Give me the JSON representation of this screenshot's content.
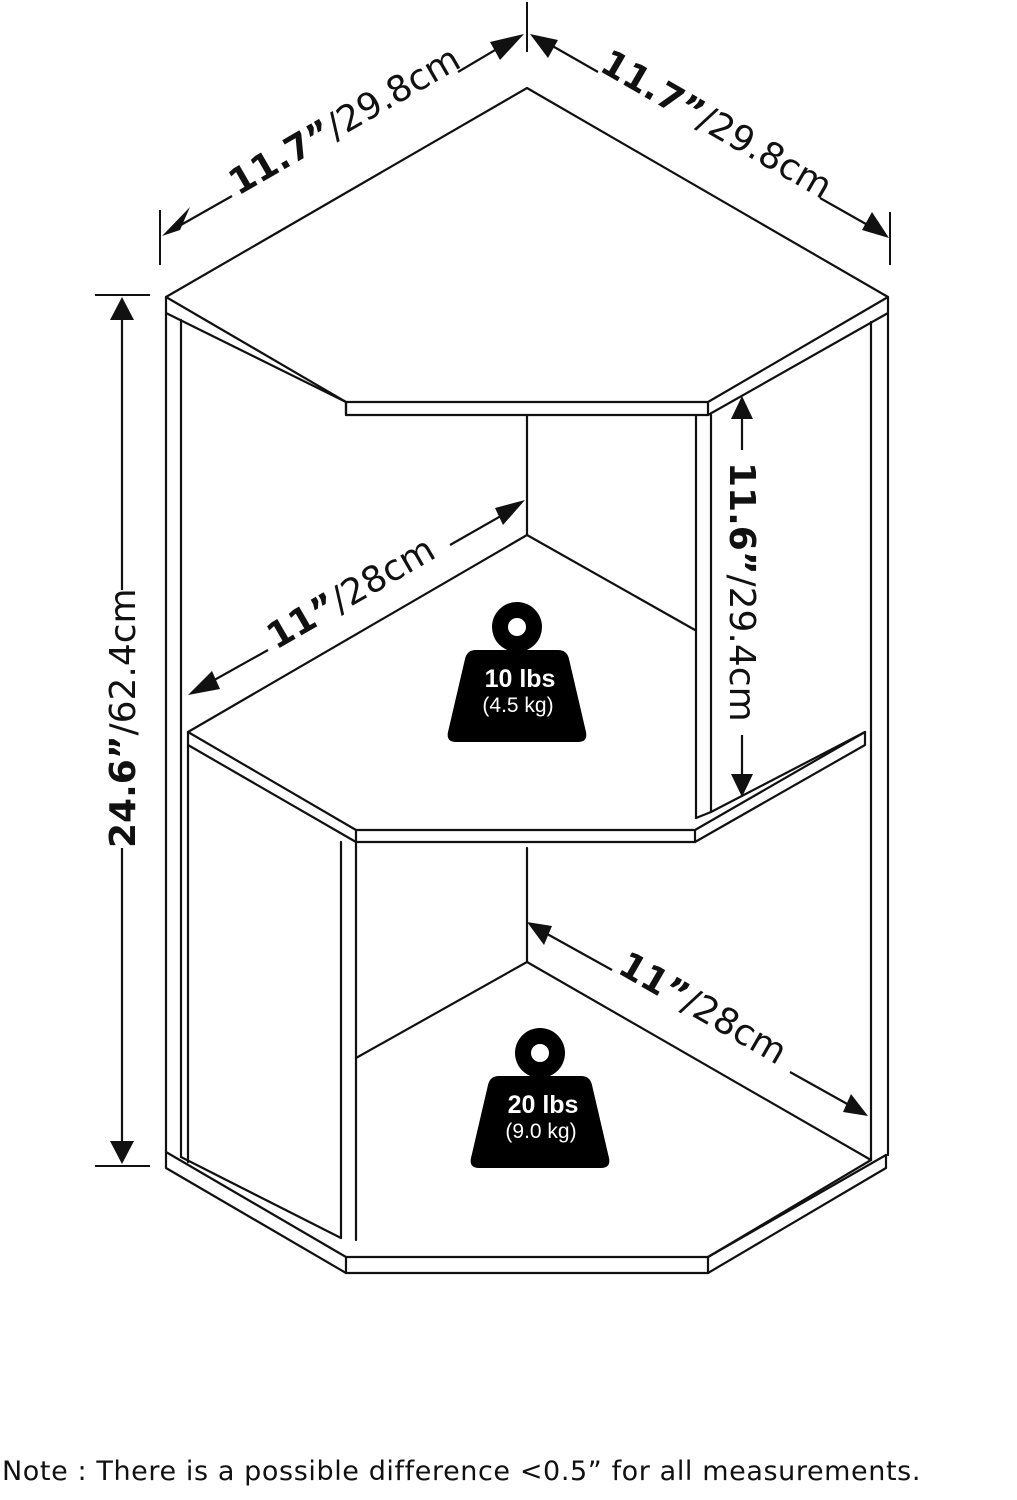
{
  "dimensions": {
    "top_left_width": {
      "inch": "11.7”",
      "cm": "/29.8cm"
    },
    "top_right_depth": {
      "inch": "11.7”",
      "cm": "/29.8cm"
    },
    "total_height": {
      "inch": "24.6”",
      "cm": "/62.4cm"
    },
    "upper_shelf_height": {
      "inch": "11.6”",
      "cm": "/29.4cm"
    },
    "upper_shelf_depth": {
      "inch": "11”",
      "cm": "/28cm"
    },
    "lower_shelf_depth": {
      "inch": "11”",
      "cm": "/28cm"
    }
  },
  "weights": {
    "upper": {
      "lbs": "10 lbs",
      "kg": "(4.5 kg)"
    },
    "lower": {
      "lbs": "20 lbs",
      "kg": "(9.0 kg)"
    }
  },
  "icons": [
    "weight-capacity-icon"
  ],
  "colors": {
    "line": "#111111",
    "weight_fill": "#000000"
  },
  "note": "Note : There is a possible difference <0.5” for all measurements."
}
